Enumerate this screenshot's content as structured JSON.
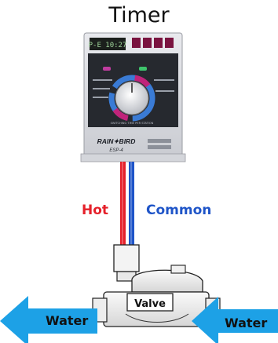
{
  "title": "Timer",
  "wires": {
    "hot_label": "Hot",
    "common_label": "Common",
    "hot_color": "#e5202a",
    "common_color": "#1f55c8"
  },
  "valve": {
    "label": "Valve"
  },
  "arrows": {
    "left_label": "Water",
    "right_label": "Water",
    "color": "#1da1e6"
  },
  "timer_device": {
    "brand": "RAIN✦BIRD",
    "model": "ESP-4",
    "display": "P-E 10:27",
    "dial_caption": "SWITCHING TIME PER STATION"
  }
}
